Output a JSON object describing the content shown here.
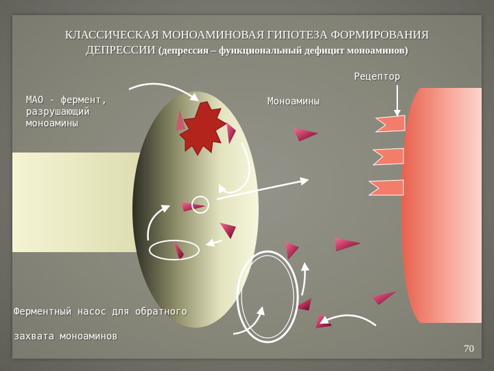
{
  "title": {
    "line1": "КЛАССИЧЕСКАЯ МОНОАМИНОВАЯ ГИПОТЕЗА ФОРМИРОВАНИЯ",
    "line2_main": "ДЕПРЕССИИ",
    "line2_sub": "(депрессия – функциональный дефицит моноаминов)"
  },
  "labels": {
    "receptor": "Рецептор",
    "mao_1": "МАО - фермент,",
    "mao_2": "разрушающий",
    "mao_3": "моноамины",
    "monoamines": "Моноамины",
    "pump_1": "Ферментный насос для обратного",
    "pump_2": "захвата моноаминов"
  },
  "page_number": "70",
  "colors": {
    "monoamine": "#a0103a",
    "enzyme": "#b2241c",
    "postsynaptic": "#f0786a",
    "neuron_body": "#e7e7c2"
  }
}
